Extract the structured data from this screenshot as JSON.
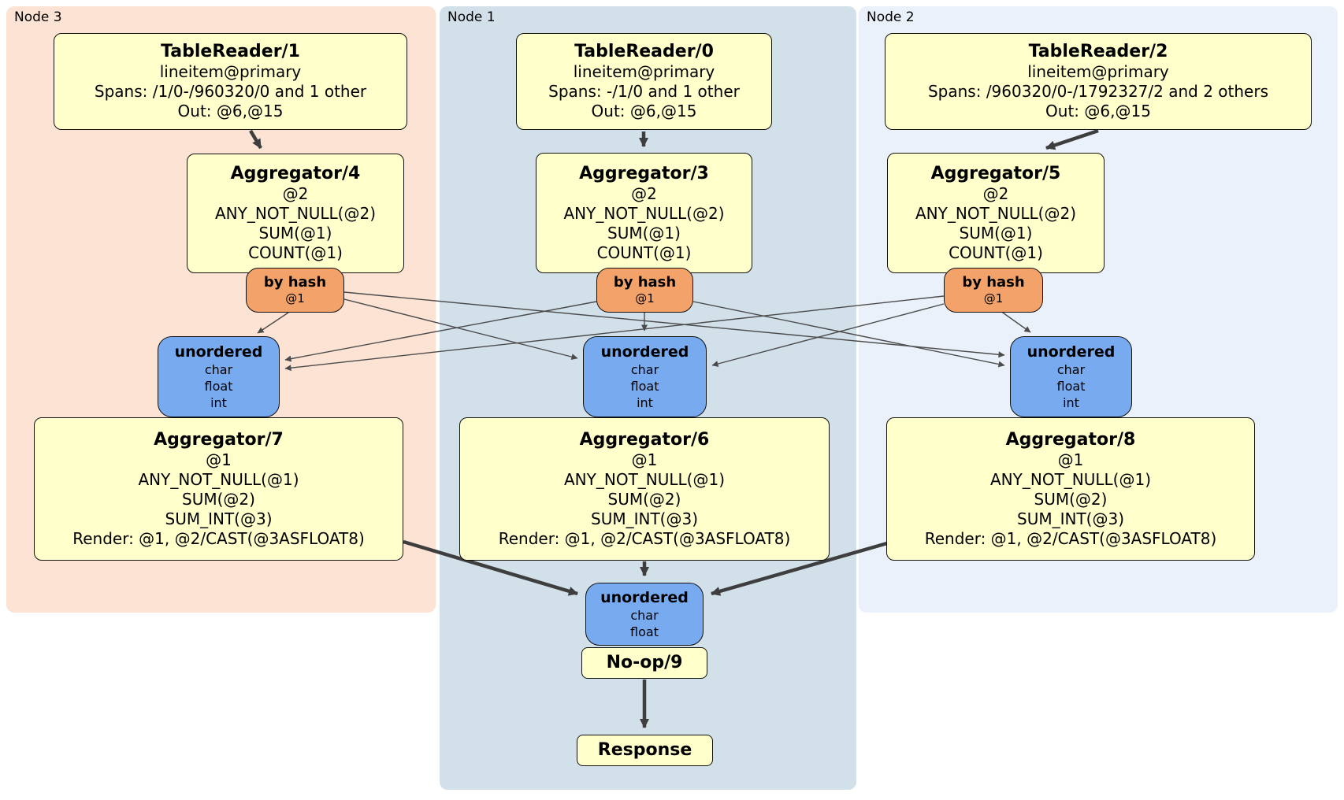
{
  "panels": [
    {
      "id": "node3",
      "label": "Node 3"
    },
    {
      "id": "node1",
      "label": "Node 1"
    },
    {
      "id": "node2",
      "label": "Node 2"
    }
  ],
  "boxes": {
    "tr1": {
      "title": "TableReader/1",
      "lines": [
        "lineitem@primary",
        "Spans: /1/0-/960320/0 and 1 other",
        "Out: @6,@15"
      ]
    },
    "tr0": {
      "title": "TableReader/0",
      "lines": [
        "lineitem@primary",
        "Spans: -/1/0 and 1 other",
        "Out: @6,@15"
      ]
    },
    "tr2": {
      "title": "TableReader/2",
      "lines": [
        "lineitem@primary",
        "Spans: /960320/0-/1792327/2 and 2 others",
        "Out: @6,@15"
      ]
    },
    "agg4": {
      "title": "Aggregator/4",
      "lines": [
        "@2",
        "ANY_NOT_NULL(@2)",
        "SUM(@1)",
        "COUNT(@1)"
      ]
    },
    "agg3": {
      "title": "Aggregator/3",
      "lines": [
        "@2",
        "ANY_NOT_NULL(@2)",
        "SUM(@1)",
        "COUNT(@1)"
      ]
    },
    "agg5": {
      "title": "Aggregator/5",
      "lines": [
        "@2",
        "ANY_NOT_NULL(@2)",
        "SUM(@1)",
        "COUNT(@1)"
      ]
    },
    "bh3": {
      "title": "by hash",
      "lines": [
        "@1"
      ]
    },
    "bh1": {
      "title": "by hash",
      "lines": [
        "@1"
      ]
    },
    "bh2": {
      "title": "by hash",
      "lines": [
        "@1"
      ]
    },
    "un3": {
      "title": "unordered",
      "lines": [
        "char",
        "float",
        "int"
      ]
    },
    "un1": {
      "title": "unordered",
      "lines": [
        "char",
        "float",
        "int"
      ]
    },
    "un2": {
      "title": "unordered",
      "lines": [
        "char",
        "float",
        "int"
      ]
    },
    "agg7": {
      "title": "Aggregator/7",
      "lines": [
        "@1",
        "ANY_NOT_NULL(@1)",
        "SUM(@2)",
        "SUM_INT(@3)",
        "Render: @1, @2/CAST(@3ASFLOAT8)"
      ]
    },
    "agg6": {
      "title": "Aggregator/6",
      "lines": [
        "@1",
        "ANY_NOT_NULL(@1)",
        "SUM(@2)",
        "SUM_INT(@3)",
        "Render: @1, @2/CAST(@3ASFLOAT8)"
      ]
    },
    "agg8": {
      "title": "Aggregator/8",
      "lines": [
        "@1",
        "ANY_NOT_NULL(@1)",
        "SUM(@2)",
        "SUM_INT(@3)",
        "Render: @1, @2/CAST(@3ASFLOAT8)"
      ]
    },
    "unb": {
      "title": "unordered",
      "lines": [
        "char",
        "float"
      ]
    },
    "noop": {
      "title": "No-op/9",
      "lines": []
    },
    "resp": {
      "title": "Response",
      "lines": []
    }
  },
  "colors": {
    "panel_node3": "#fce3d4",
    "panel_node1": "#d2e0ea",
    "panel_node2": "#ebf1fa",
    "processor_fill": "#ffffcc",
    "router_fill": "#f3a36a",
    "sync_fill": "#78aaf0",
    "edge": "#3e3e3e",
    "border": "#111111"
  }
}
